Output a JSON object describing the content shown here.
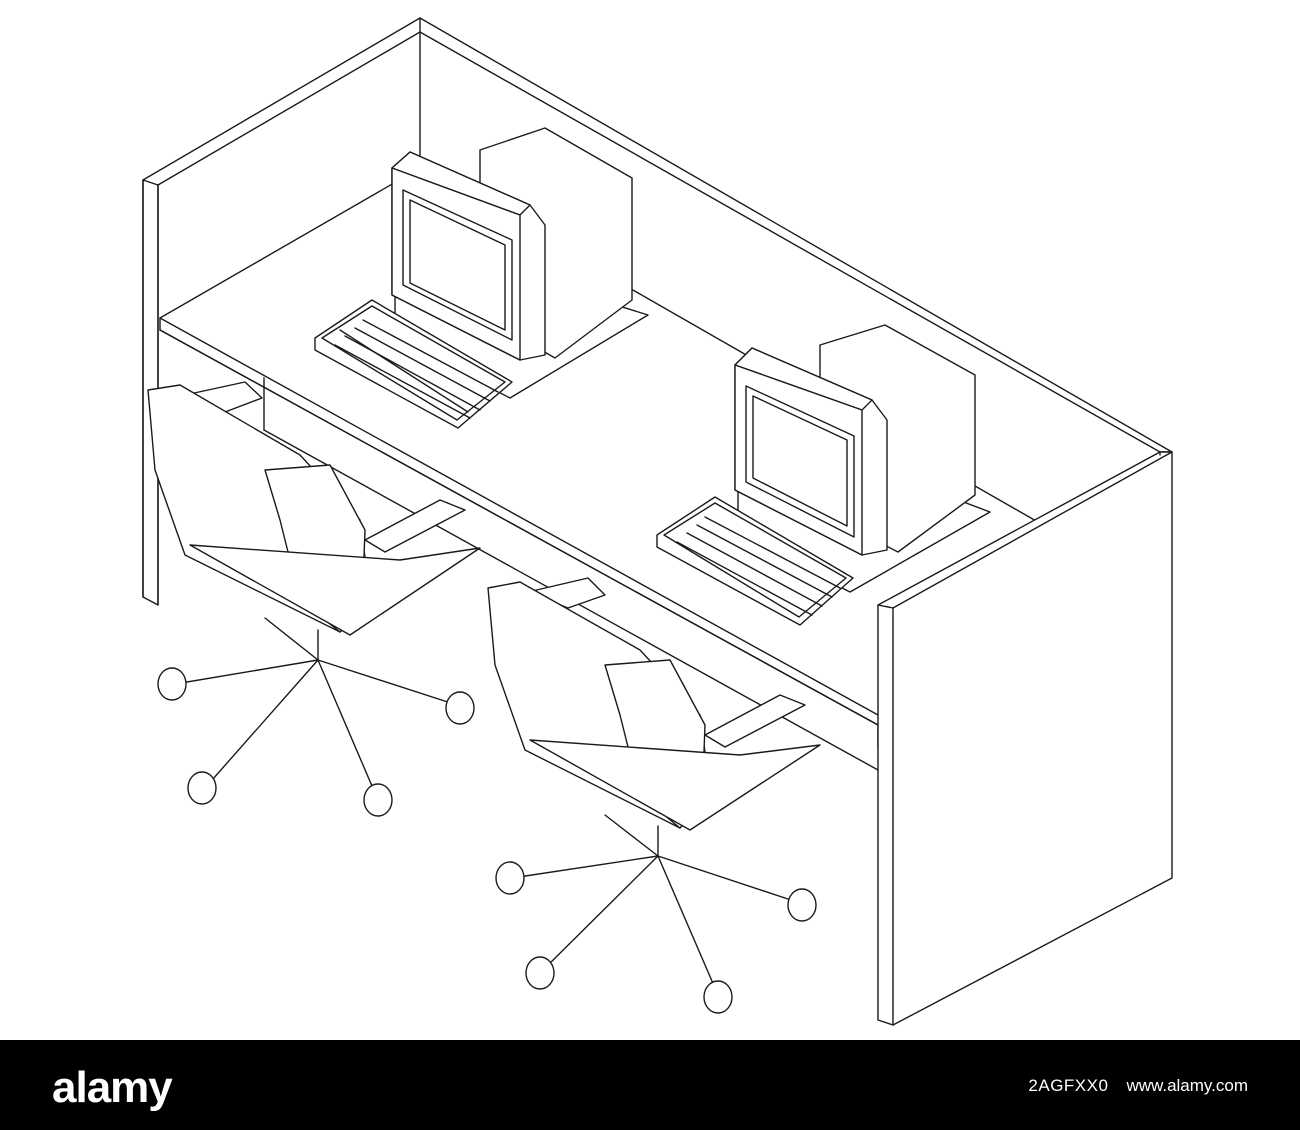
{
  "watermark": {
    "brand": "alamy",
    "image_id": "2AGFXX0",
    "website": "www.alamy.com"
  },
  "colors": {
    "background": "#ffffff",
    "line": "#1a1a1a",
    "footer": "#000000",
    "footer_text": "#ffffff"
  },
  "scene": {
    "objects": [
      "cubicle-desk",
      "crt-monitor",
      "crt-monitor",
      "keyboard",
      "keyboard",
      "office-chair",
      "office-chair"
    ]
  }
}
